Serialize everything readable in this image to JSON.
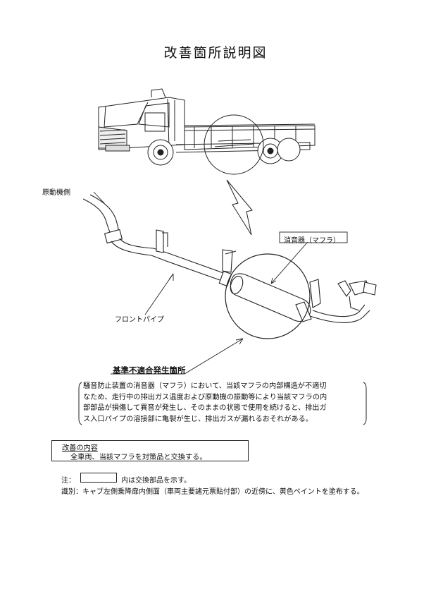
{
  "document": {
    "title": "改善箇所説明図",
    "labels": {
      "engine_side": "原動機側",
      "front_pipe": "フロントパイプ",
      "muffler": "消音器（マフラ）",
      "defect_location": "基準不適合発生箇所"
    },
    "description_lines": [
      "騒音防止装置の消音器（マフラ）において、当該マフラの内部構造が不適切",
      "なため、走行中の排出ガス温度および原動機の振動等により当該マフラの内",
      "部部品が損傷して異音が発生し、そのままの状態で使用を続けると、排出ガ",
      "ス入口パイプの溶接部に亀裂が生じ、排出ガスが漏れるおそれがある。"
    ],
    "improvement": {
      "title": "改善の内容",
      "body": "全車両、当該マフラを対策品と交換する。"
    },
    "note": {
      "prefix": "注：",
      "text": "内は交換部品を示す。"
    },
    "identification": "識別：キャブ左側乗降扉内側面（車両主要諸元票貼付部）の近傍に、黄色ペイントを塗布する。"
  }
}
